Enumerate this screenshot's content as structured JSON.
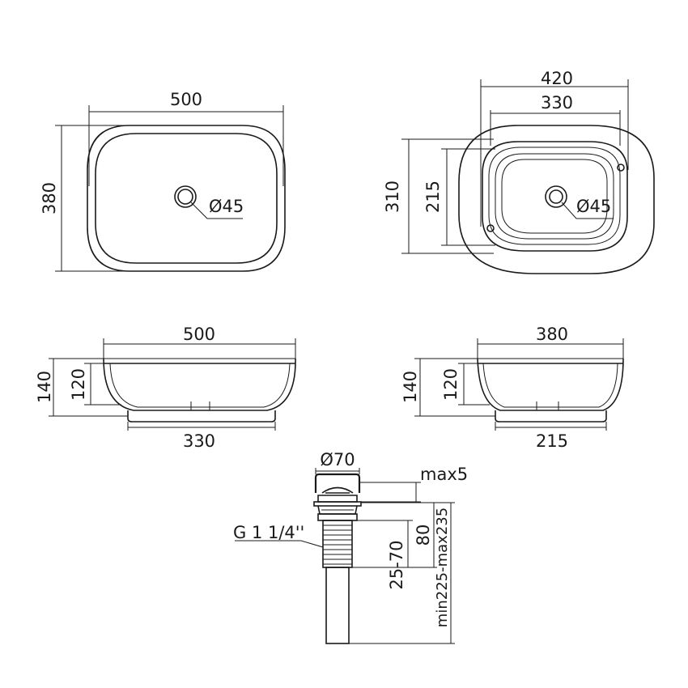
{
  "top_view_left": {
    "width_label": "500",
    "height_label": "380",
    "drain_label": "Ø45"
  },
  "top_view_right": {
    "outer_width_label": "420",
    "inner_width_label": "330",
    "outer_height_label": "310",
    "inner_height_label": "215",
    "drain_label": "Ø45"
  },
  "front_view": {
    "top_width_label": "500",
    "base_width_label": "330",
    "total_height_label": "140",
    "bowl_height_label": "120"
  },
  "side_view": {
    "top_width_label": "380",
    "base_width_label": "215",
    "total_height_label": "140",
    "bowl_height_label": "120"
  },
  "drain": {
    "cap_diameter_label": "Ø70",
    "max_gap_label": "max5",
    "thread_label": "G 1 1/4''",
    "body_height_label": "80",
    "thread_range_label": "25-70",
    "total_range_label": "min225-max235"
  }
}
